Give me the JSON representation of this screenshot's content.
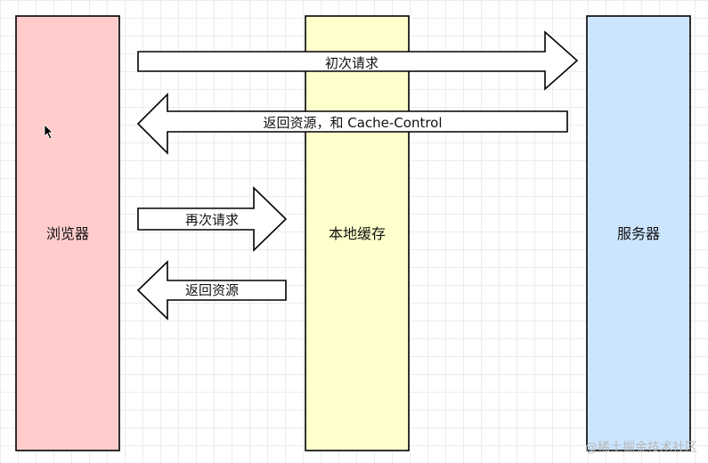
{
  "diagram": {
    "nodes": [
      {
        "id": "browser",
        "label": "浏览器",
        "fill": "#ffcccc"
      },
      {
        "id": "cache",
        "label": "本地缓存",
        "fill": "#ffffcc"
      },
      {
        "id": "server",
        "label": "服务器",
        "fill": "#cce5ff"
      }
    ],
    "edges": [
      {
        "from": "browser",
        "to": "server",
        "label": "初次请求"
      },
      {
        "from": "server",
        "to": "browser",
        "label": "返回资源，和 Cache-Control"
      },
      {
        "from": "browser",
        "to": "cache",
        "label": "再次请求"
      },
      {
        "from": "cache",
        "to": "browser",
        "label": "返回资源"
      }
    ],
    "colors": {
      "stroke": "#000000",
      "arrow_fill": "#ffffff"
    }
  },
  "watermark": "@稀土掘金技术社区"
}
